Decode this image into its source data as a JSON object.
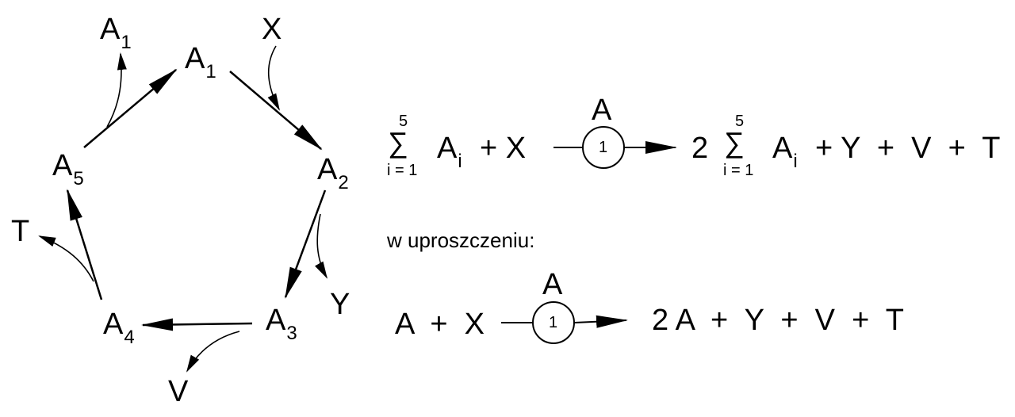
{
  "cycle": {
    "nodes": [
      {
        "letter": "A",
        "index": "1"
      },
      {
        "letter": "A",
        "index": "2"
      },
      {
        "letter": "A",
        "index": "3"
      },
      {
        "letter": "A",
        "index": "4"
      },
      {
        "letter": "A",
        "index": "5"
      }
    ],
    "inputs": {
      "x": "X",
      "a1_out_letter": "A",
      "a1_out_index": "1"
    },
    "outputs": {
      "y": "Y",
      "v": "V",
      "t": "T"
    }
  },
  "equation1": {
    "sum_upper": "5",
    "sum_symbol": "∑",
    "sum_lower": "i = 1",
    "term": "A",
    "term_index": "i",
    "plus_x": "+ X",
    "catalyst": "A",
    "circle_label": "1",
    "coef": "2",
    "rhs_sum_upper": "5",
    "rhs_sum_lower": "i = 1",
    "rhs_term": "A",
    "rhs_index": "i",
    "rhs_rest": "+ Y  +  V  +  T"
  },
  "simplified_label": "w uproszczeniu:",
  "equation2": {
    "lhs": "A  +  X",
    "catalyst": "A",
    "circle_label": "1",
    "rhs": "2 A  +  Y  +  V  +  T"
  }
}
